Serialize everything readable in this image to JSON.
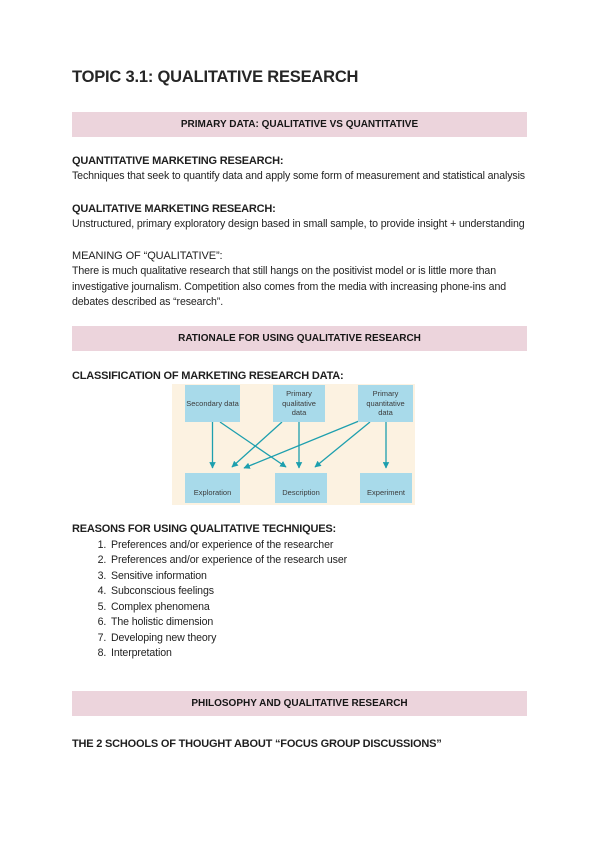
{
  "title": "TOPIC 3.1: QUALITATIVE RESEARCH",
  "banners": {
    "primary_data": "PRIMARY DATA: QUALITATIVE VS QUANTITATIVE",
    "rationale": "RATIONALE FOR USING QUALITATIVE RESEARCH",
    "philosophy": "PHILOSOPHY AND QUALITATIVE RESEARCH"
  },
  "quantitative": {
    "heading": "QUANTITATIVE MARKETING RESEARCH:",
    "body": "Techniques that seek to quantify data and apply some form of measurement and statistical analysis"
  },
  "qualitative": {
    "heading": "QUALITATIVE MARKETING RESEARCH:",
    "body": "Unstructured, primary exploratory design based in small sample, to provide insight + understanding"
  },
  "meaning": {
    "heading": "MEANING OF “QUALITATIVE”:",
    "body_lines": [
      "There is much qualitative research that still hangs on the positivist model or is little more than",
      "investigative journalism. Competition also comes from the media with increasing phone-ins and",
      "debates described as “research”."
    ]
  },
  "classification": {
    "heading": "CLASSIFICATION OF MARKETING RESEARCH DATA:",
    "diagram": {
      "top_boxes": [
        "Secondary data",
        "Primary qualitative data",
        "Primary quantitative data"
      ],
      "bottom_boxes": [
        "Exploration",
        "Description",
        "Experiment"
      ],
      "connections": [
        {
          "from": "Secondary data",
          "to": "Exploration"
        },
        {
          "from": "Secondary data",
          "to": "Description"
        },
        {
          "from": "Primary qualitative data",
          "to": "Exploration"
        },
        {
          "from": "Primary qualitative data",
          "to": "Description"
        },
        {
          "from": "Primary quantitative data",
          "to": "Exploration"
        },
        {
          "from": "Primary quantitative data",
          "to": "Description"
        },
        {
          "from": "Primary quantitative data",
          "to": "Experiment"
        }
      ],
      "colors": {
        "background": "#fcf2e1",
        "box": "#a8daea",
        "arrow": "#1d9fae"
      }
    }
  },
  "reasons": {
    "heading": "REASONS FOR USING QUALITATIVE TECHNIQUES:",
    "items": [
      "Preferences and/or experience of the researcher",
      "Preferences and/or experience of the research user",
      "Sensitive information",
      "Subconscious feelings",
      "Complex phenomena",
      "The holistic dimension",
      "Developing new theory",
      "Interpretation"
    ]
  },
  "philosophy": {
    "heading": "THE 2 SCHOOLS OF THOUGHT ABOUT “FOCUS GROUP DISCUSSIONS”"
  },
  "colors": {
    "banner_background": "#ecd4dc",
    "text": "#1f1f1f",
    "page_background": "#ffffff"
  }
}
